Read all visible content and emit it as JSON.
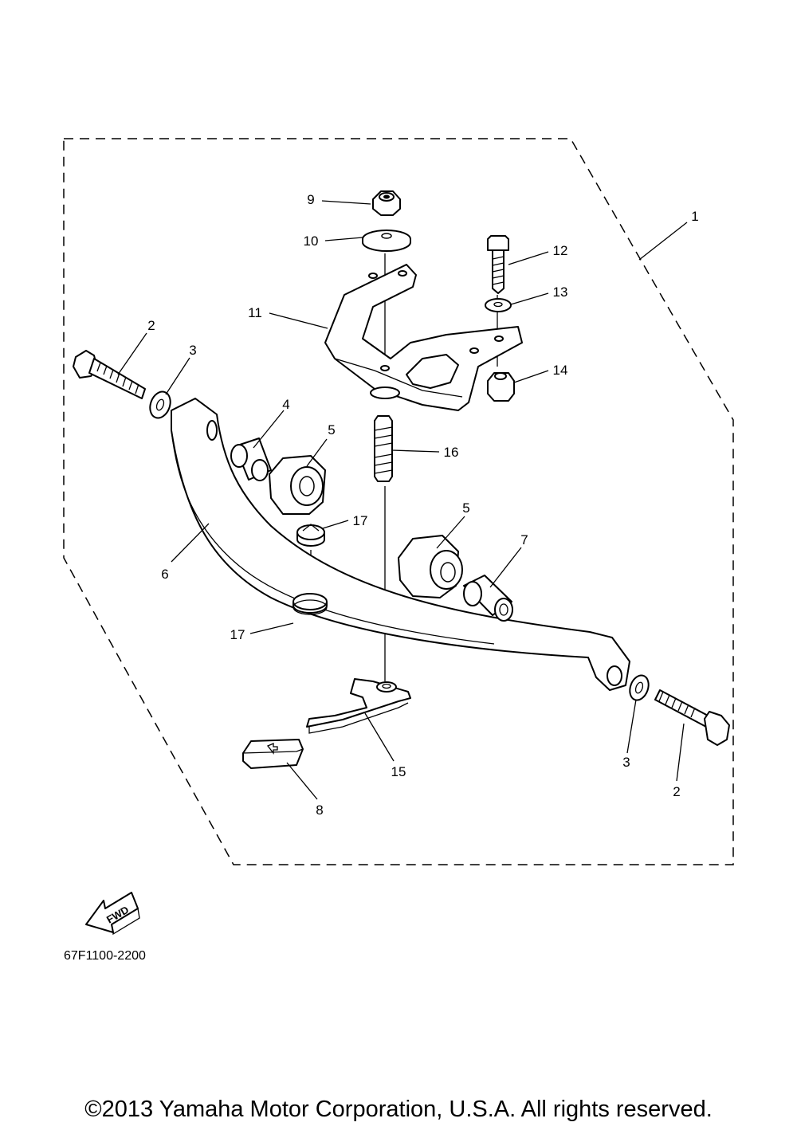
{
  "diagram": {
    "callouts": {
      "c1": "1",
      "c2a": "2",
      "c2b": "2",
      "c3a": "3",
      "c3b": "3",
      "c4": "4",
      "c5a": "5",
      "c5b": "5",
      "c6": "6",
      "c7": "7",
      "c8": "8",
      "c9": "9",
      "c10": "10",
      "c11": "11",
      "c12": "12",
      "c13": "13",
      "c14": "14",
      "c15": "15",
      "c16": "16",
      "c17a": "17",
      "c17b": "17"
    },
    "fwd_label": "FWD",
    "diagram_code": "67F1100-2200"
  },
  "footer": {
    "copyright": "©2013 Yamaha Motor Corporation, U.S.A. All rights reserved."
  }
}
